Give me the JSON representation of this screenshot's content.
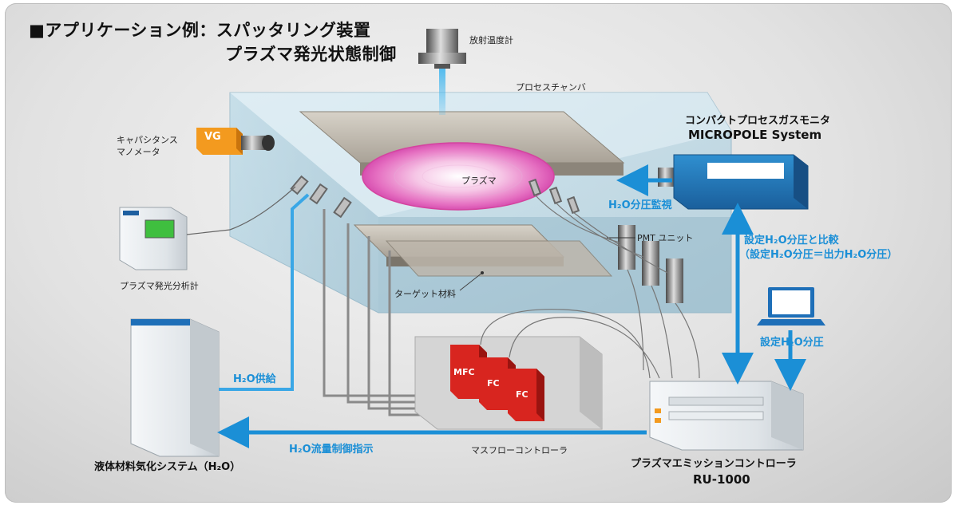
{
  "title": {
    "line1": "■アプリケーション例：スパッタリング装置",
    "line2": "プラズマ発光状態制御"
  },
  "labels": {
    "pyrometer": "放射温度計",
    "process_chamber": "プロセスチャンバ",
    "capacitance_1": "キャパシタンス",
    "capacitance_2": "マノメータ",
    "vg": "VG",
    "plasma": "プラズマ",
    "pmt_unit": "PMT ユニット",
    "target": "ターゲット材料",
    "emission_analyzer": "プラズマ発光分析計",
    "monitor_1": "コンパクトプロセスガスモニタ",
    "monitor_2": "MICROPOLE System",
    "h2o_monitor": "H₂O分圧監視",
    "compare_1": "設定H₂O分圧と比較",
    "compare_2": "（設定H₂O分圧＝出力H₂O分圧）",
    "set_h2o": "設定H₂O分圧",
    "h2o_supply": "H₂O供給",
    "h2o_flow": "H₂O流量制御指示",
    "mfc": "MFC",
    "fc1": "FC",
    "fc2": "FC",
    "mass_flow": "マスフローコントローラ",
    "liquid_system": "液体材料気化システム（H₂O）",
    "controller_1": "プラズマエミッションコントローラ",
    "controller_2": "RU-1000"
  },
  "colors": {
    "arrow_blue": "#1b8fd6",
    "vg_orange": "#f39a1f",
    "mfc_red": "#d8251f",
    "plasma_pink": "#e56fc1"
  }
}
